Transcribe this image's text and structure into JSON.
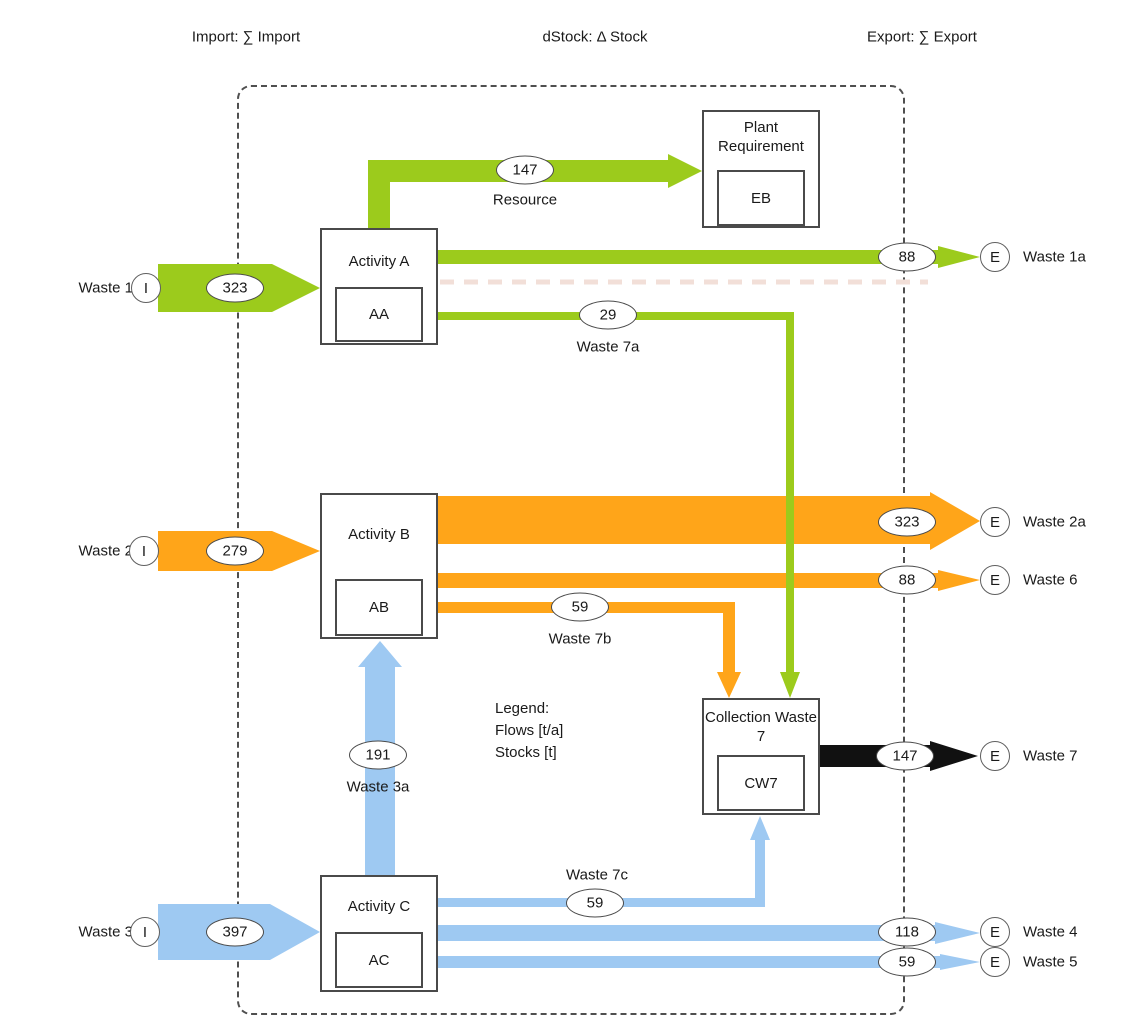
{
  "header": {
    "import": "Import: ∑ Import",
    "dstock": "dStock: Δ Stock",
    "export": "Export: ∑ Export"
  },
  "legend": {
    "title": "Legend:",
    "flows": "Flows [t/a]",
    "stocks": "Stocks [t]"
  },
  "colors": {
    "green": "#9CCB1C",
    "orange": "#FFA519",
    "blue": "#9EC9F2",
    "black": "#111111"
  },
  "nodes": {
    "plant": {
      "title": "Plant Requirement",
      "code": "EB"
    },
    "a": {
      "title": "Activity A",
      "code": "AA"
    },
    "b": {
      "title": "Activity B",
      "code": "AB"
    },
    "c": {
      "title": "Activity C",
      "code": "AC"
    },
    "cw7": {
      "title": "Collection Waste 7",
      "code": "CW7"
    }
  },
  "imports": {
    "waste1": {
      "name": "Waste 1",
      "marker": "I",
      "value": "323"
    },
    "waste2": {
      "name": "Waste 2",
      "marker": "I",
      "value": "279"
    },
    "waste3": {
      "name": "Waste 3",
      "marker": "I",
      "value": "397"
    }
  },
  "exports": {
    "waste1a": {
      "name": "Waste 1a",
      "marker": "E",
      "value": "88"
    },
    "waste2a": {
      "name": "Waste 2a",
      "marker": "E",
      "value": "323"
    },
    "waste6": {
      "name": "Waste 6",
      "marker": "E",
      "value": "88"
    },
    "waste7": {
      "name": "Waste 7",
      "marker": "E",
      "value": "147"
    },
    "waste4": {
      "name": "Waste 4",
      "marker": "E",
      "value": "118"
    },
    "waste5": {
      "name": "Waste 5",
      "marker": "E",
      "value": "59"
    }
  },
  "internal_flows": {
    "resource": {
      "name": "Resource",
      "value": "147"
    },
    "waste7a": {
      "name": "Waste 7a",
      "value": "29"
    },
    "waste7b": {
      "name": "Waste 7b",
      "value": "59"
    },
    "waste3a": {
      "name": "Waste 3a",
      "value": "191"
    },
    "waste7c": {
      "name": "Waste 7c",
      "value": "59"
    }
  }
}
